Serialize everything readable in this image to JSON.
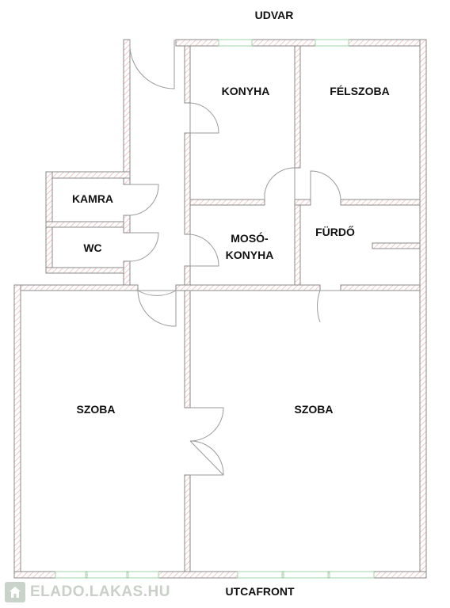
{
  "labels": {
    "udvar": "UDVAR",
    "utcafront": "UTCAFRONT"
  },
  "rooms": {
    "konyha": "KONYHA",
    "felszoba": "FÉLSZOBA",
    "kamra": "KAMRA",
    "wc": "WC",
    "moso_line1": "MOSÓ-",
    "moso_line2": "KONYHA",
    "furdo": "FÜRDŐ",
    "szoba_left": "SZOBA",
    "szoba_right": "SZOBA"
  },
  "watermark": {
    "text": "ELADO.LAKAS.HU"
  },
  "colors": {
    "wall_outline": "#8a8a8a",
    "wall_hatch": "#f3c9c9",
    "window": "#9fd6a6",
    "door": "#9a9a9a"
  }
}
